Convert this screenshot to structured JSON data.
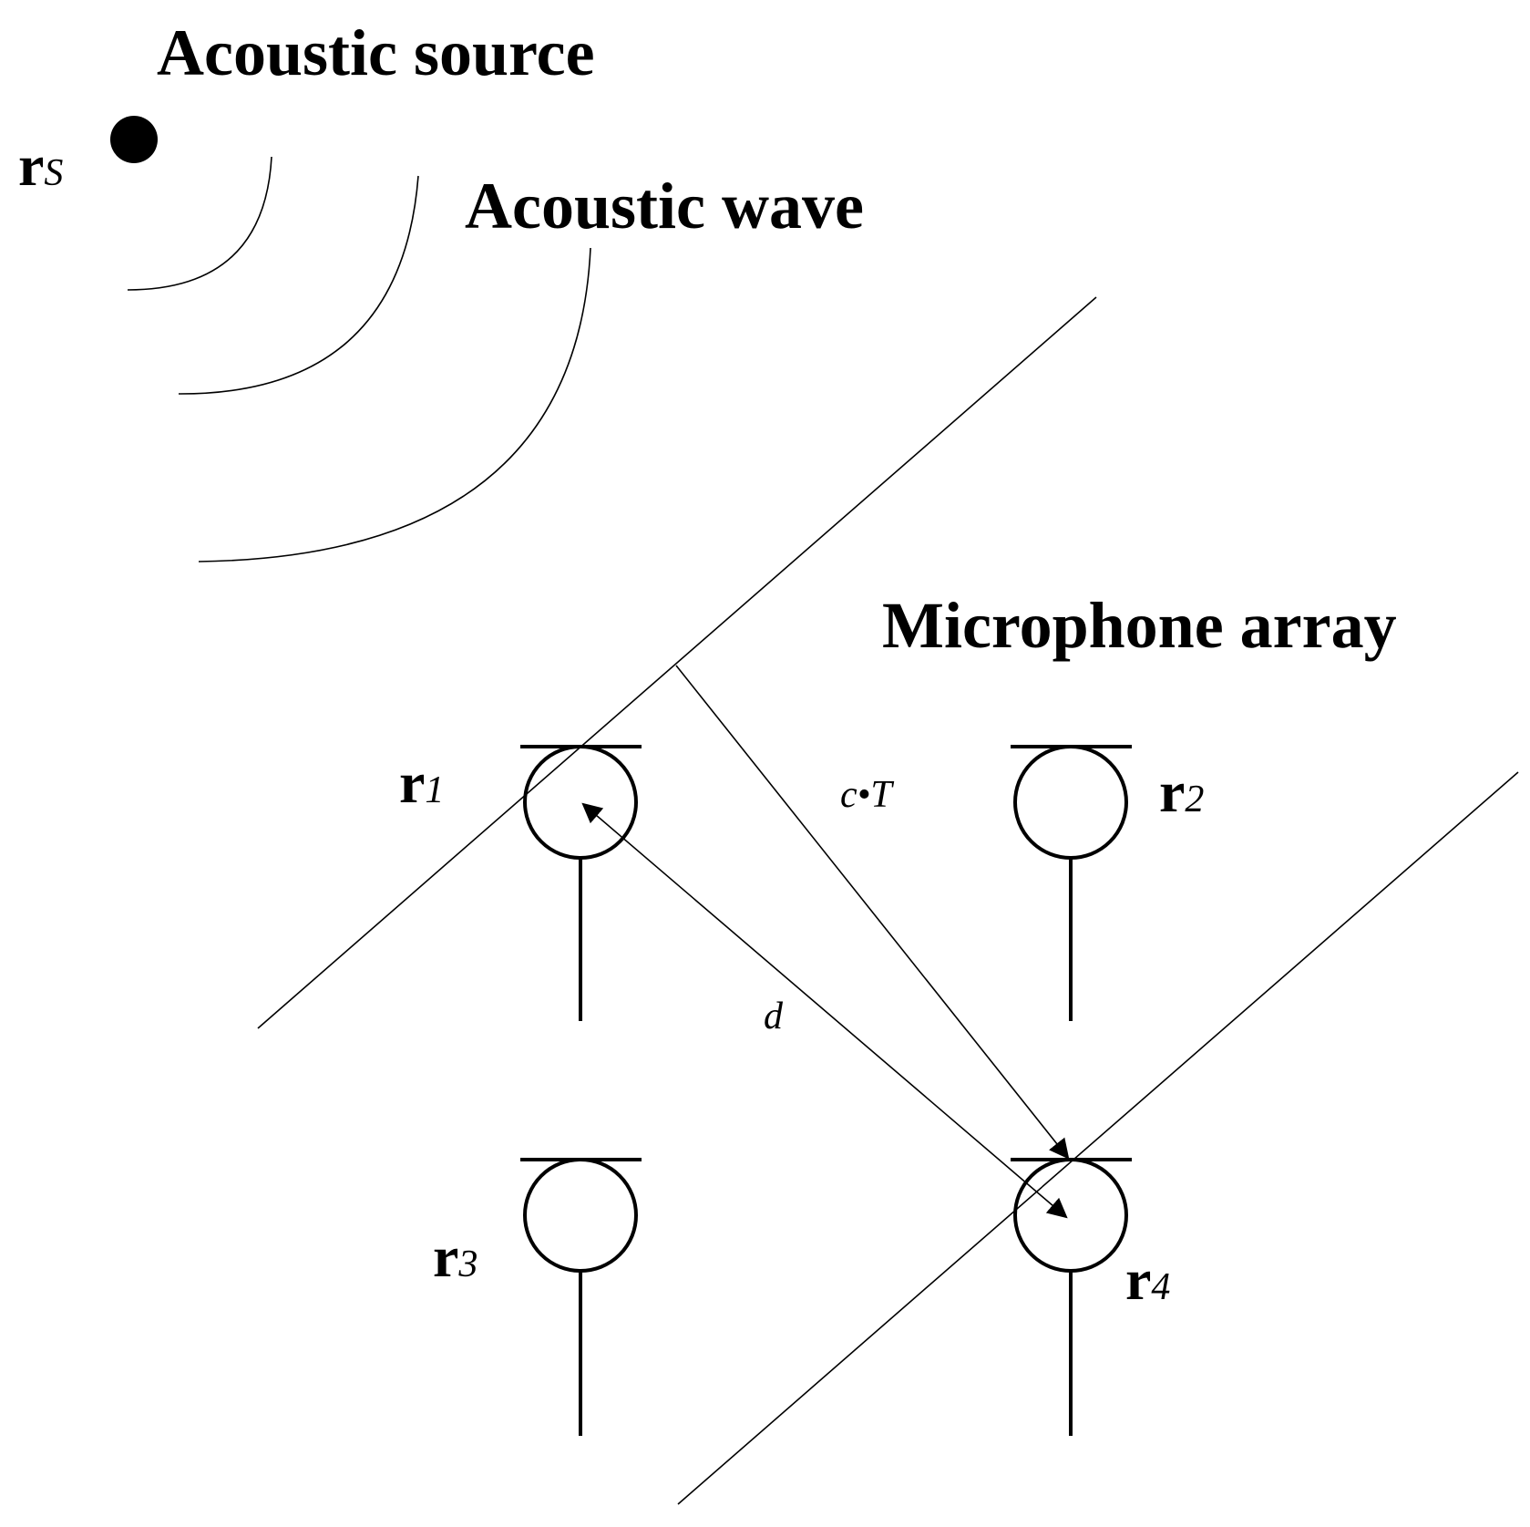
{
  "labels": {
    "acoustic_source": "Acoustic source",
    "acoustic_wave": "Acoustic wave",
    "microphone_array": "Microphone array",
    "distance_symbol": "d",
    "path_symbol": "c•T"
  },
  "source": {
    "symbol": "r",
    "subscript": "S"
  },
  "microphones": [
    {
      "symbol": "r",
      "subscript": "1"
    },
    {
      "symbol": "r",
      "subscript": "2"
    },
    {
      "symbol": "r",
      "subscript": "3"
    },
    {
      "symbol": "r",
      "subscript": "4"
    }
  ],
  "colors": {
    "ink": "#000000",
    "background": "#ffffff"
  }
}
